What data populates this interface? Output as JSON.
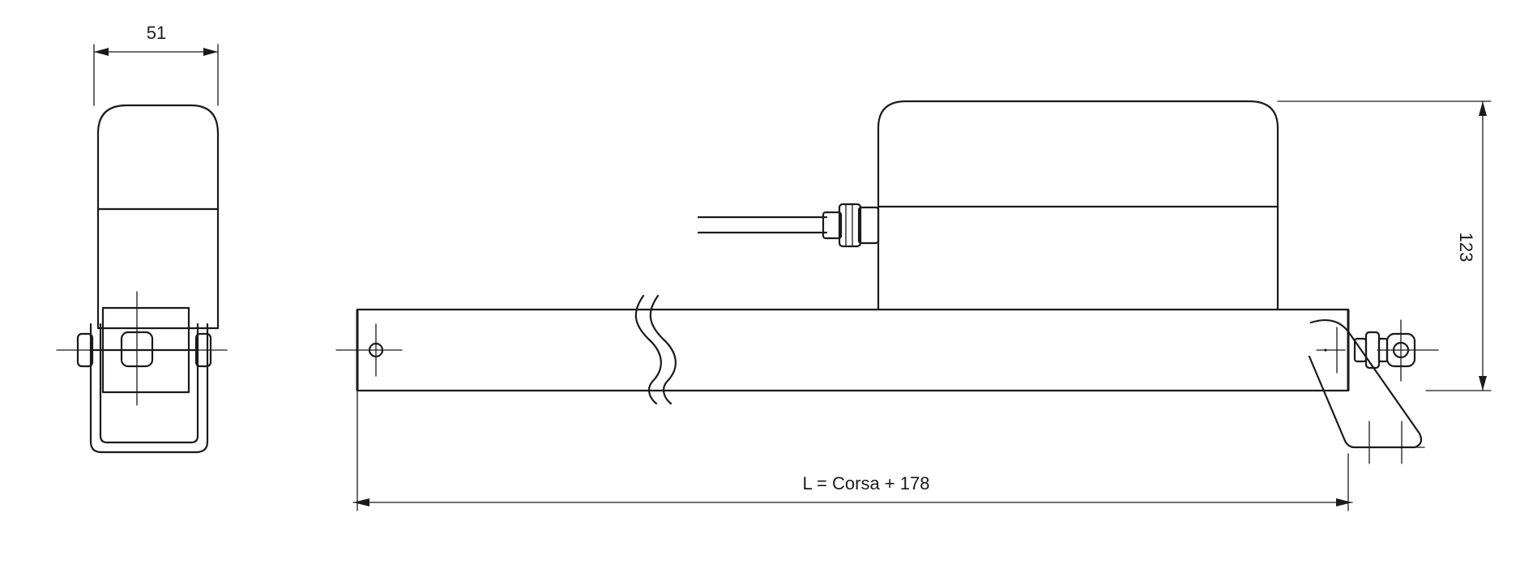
{
  "dimensions": {
    "width_label": "51",
    "height_label": "123",
    "length_label": "L = Corsa + 178"
  },
  "colors": {
    "line": "#1a1a1a",
    "background": "#ffffff"
  }
}
